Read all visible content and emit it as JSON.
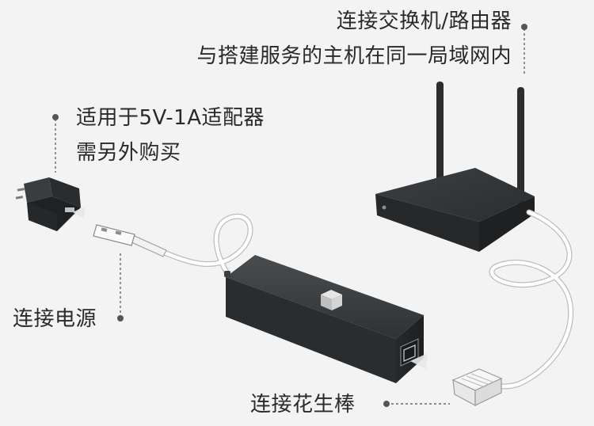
{
  "labels": {
    "switch_router_line1": "连接交换机/路由器",
    "switch_router_line2": "与搭建服务的主机在同一局域网内",
    "adapter_line1": "适用于5V-1A适配器",
    "adapter_line2": "需另外购买",
    "power": "连接电源",
    "peanut_stick": "连接花生棒"
  },
  "colors": {
    "background": "#f3f3f3",
    "device_body": "#2e3133",
    "cable": "#ffffff",
    "text": "#2a2a2a",
    "leader_line": "#666666"
  }
}
